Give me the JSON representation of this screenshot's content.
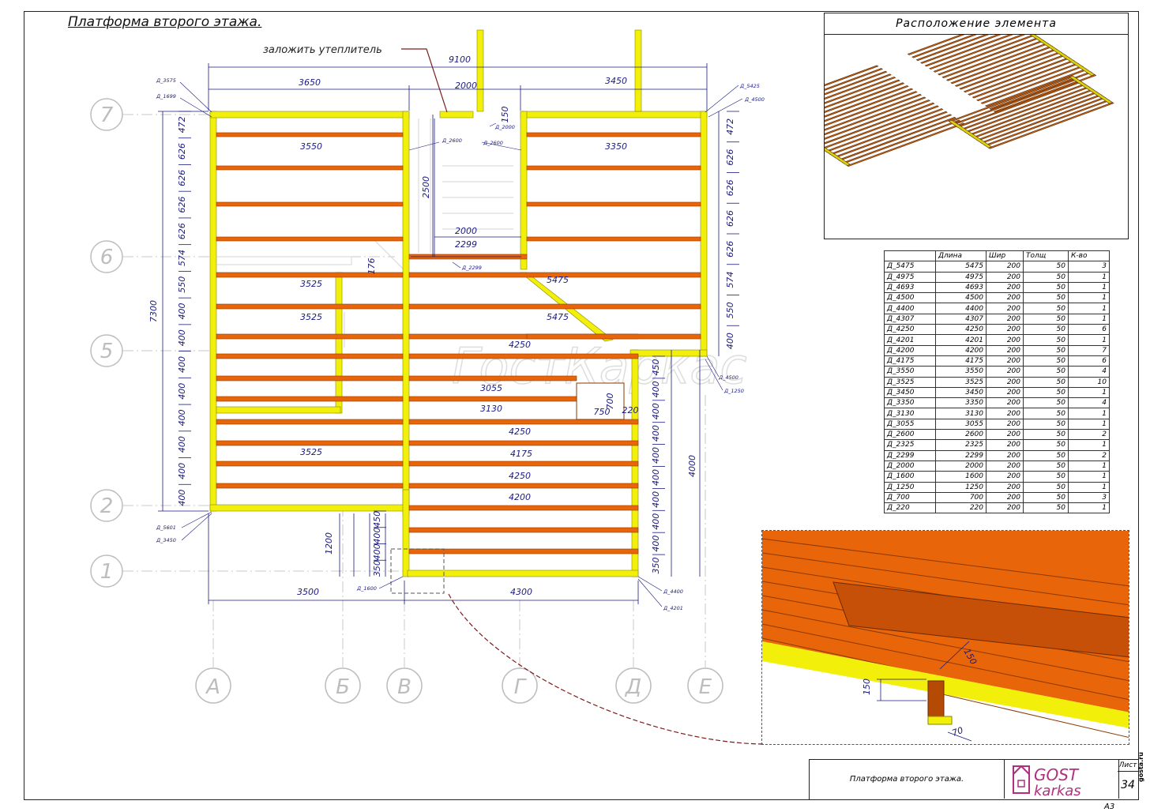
{
  "title": "Платформа второго этажа.",
  "annotation_insulation": "заложить утеплитель",
  "watermark": "ГостКаркас",
  "location_panel": {
    "title": "Расположение элемента"
  },
  "axes": {
    "rows": [
      "7",
      "6",
      "5",
      "2",
      "1"
    ],
    "cols": [
      "А",
      "Б",
      "В",
      "Г",
      "Д",
      "Е"
    ]
  },
  "dimensions": {
    "top_total": "9100",
    "top_left": "3650",
    "top_mid": "2000",
    "top_right": "3450",
    "bottom_left": "3500",
    "bottom_right": "4300",
    "left_total": "7300",
    "right_lower": "4000",
    "left_stairwell": "1200",
    "opening_h": "2500",
    "opening_w": "2000",
    "d150": "150",
    "d176": "176",
    "left_chain": [
      "472",
      "626",
      "626",
      "626",
      "626",
      "574",
      "550",
      "400",
      "400",
      "400",
      "400",
      "400",
      "400",
      "400",
      "400"
    ],
    "right_chain": [
      "472",
      "626",
      "626",
      "626",
      "626",
      "574",
      "550",
      "400"
    ],
    "right_lower_chain": [
      "450",
      "400",
      "400",
      "400",
      "400",
      "400",
      "400",
      "400",
      "400",
      "350"
    ],
    "stair_chain": [
      "450",
      "400",
      "400",
      "350"
    ],
    "joists": {
      "j3550": "3550",
      "j3350": "3350",
      "j2000": "2000",
      "j2299": "2299",
      "j3525a": "3525",
      "j3525b": "3525",
      "j5475a": "5475",
      "j5475b": "5475",
      "j4250a": "4250",
      "j3055": "3055",
      "j3130": "3130",
      "j4250b": "4250",
      "j3525c": "3525",
      "j4175": "4175",
      "j4250c": "4250",
      "j4200": "4200",
      "j700": "700",
      "j750": "750",
      "j220": "220"
    }
  },
  "tags": {
    "t1": "Д_3575",
    "t2": "Д_1699",
    "t3": "Д_5425",
    "t4": "Д_4500",
    "t5": "Д_2600",
    "t6": "Д_2600",
    "t7": "Д_2000",
    "t8": "Д_2299",
    "t9": "Д_4500",
    "t10": "Д_1250",
    "t11": "Д_5601",
    "t12": "Д_3450",
    "t13": "Д_1600",
    "t14": "Д_4400",
    "t15": "Д_4201"
  },
  "spec_table": {
    "headers": [
      "",
      "Длина",
      "Шир",
      "Толщ",
      "К-во"
    ],
    "rows": [
      [
        "Д_5475",
        "5475",
        "200",
        "50",
        "3"
      ],
      [
        "Д_4975",
        "4975",
        "200",
        "50",
        "1"
      ],
      [
        "Д_4693",
        "4693",
        "200",
        "50",
        "1"
      ],
      [
        "Д_4500",
        "4500",
        "200",
        "50",
        "1"
      ],
      [
        "Д_4400",
        "4400",
        "200",
        "50",
        "1"
      ],
      [
        "Д_4307",
        "4307",
        "200",
        "50",
        "1"
      ],
      [
        "Д_4250",
        "4250",
        "200",
        "50",
        "6"
      ],
      [
        "Д_4201",
        "4201",
        "200",
        "50",
        "1"
      ],
      [
        "Д_4200",
        "4200",
        "200",
        "50",
        "7"
      ],
      [
        "Д_4175",
        "4175",
        "200",
        "50",
        "6"
      ],
      [
        "Д_3550",
        "3550",
        "200",
        "50",
        "4"
      ],
      [
        "Д_3525",
        "3525",
        "200",
        "50",
        "10"
      ],
      [
        "Д_3450",
        "3450",
        "200",
        "50",
        "1"
      ],
      [
        "Д_3350",
        "3350",
        "200",
        "50",
        "4"
      ],
      [
        "Д_3130",
        "3130",
        "200",
        "50",
        "1"
      ],
      [
        "Д_3055",
        "3055",
        "200",
        "50",
        "1"
      ],
      [
        "Д_2600",
        "2600",
        "200",
        "50",
        "2"
      ],
      [
        "Д_2325",
        "2325",
        "200",
        "50",
        "1"
      ],
      [
        "Д_2299",
        "2299",
        "200",
        "50",
        "2"
      ],
      [
        "Д_2000",
        "2000",
        "200",
        "50",
        "1"
      ],
      [
        "Д_1600",
        "1600",
        "200",
        "50",
        "1"
      ],
      [
        "Д_1250",
        "1250",
        "200",
        "50",
        "1"
      ],
      [
        "Д_700",
        "700",
        "200",
        "50",
        "3"
      ],
      [
        "Д_220",
        "220",
        "200",
        "50",
        "1"
      ]
    ]
  },
  "detail": {
    "d150a": "150",
    "d150b": "150",
    "d70": "70"
  },
  "stamp": {
    "caption": "Платформа второго этажа.",
    "logo_top": "GOST",
    "logo_bottom": "karkas",
    "sheet_label": "Лист",
    "sheet_number": "34",
    "format": "A3",
    "site": "gosta.ru"
  },
  "colors": {
    "joist": "#e8650a",
    "joist_edge": "#8a3a05",
    "yellow": "#f2ef0a",
    "dim": "#1a1a80"
  }
}
